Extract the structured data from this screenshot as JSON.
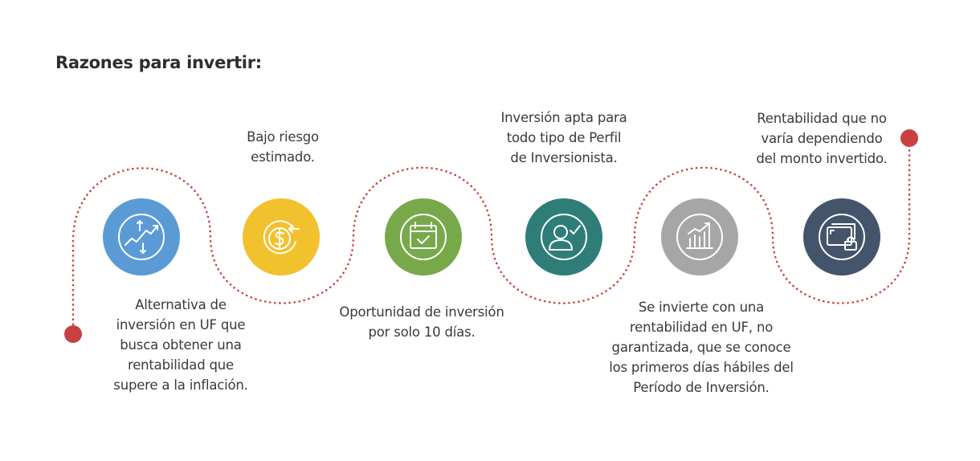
{
  "title": "Razones para invertir:",
  "colors": {
    "path": "#c94040",
    "step1": "#5b9bd5",
    "step2": "#f2c12e",
    "step3": "#77a94a",
    "step4": "#2e7d78",
    "step5": "#a6a6a6",
    "step6": "#44546a",
    "icon_stroke": "#ffffff"
  },
  "steps": [
    {
      "icon": "trend-arrows-icon",
      "lines": [
        "Alternativa de",
        "inversión en UF que",
        "busca obtener una",
        "rentabilidad que",
        "supere a la inflación."
      ]
    },
    {
      "icon": "dollar-coin-icon",
      "lines": [
        "Bajo riesgo",
        "estimado."
      ]
    },
    {
      "icon": "calendar-check-icon",
      "lines": [
        "Oportunidad de inversión",
        "por solo 10 días."
      ]
    },
    {
      "icon": "user-check-icon",
      "lines": [
        "Inversión apta para",
        "todo tipo de Perfil",
        "de Inversionista."
      ]
    },
    {
      "icon": "bar-chart-icon",
      "lines": [
        "Se invierte con una",
        "rentabilidad en UF, no",
        "garantizada, que se conoce",
        "los primeros días hábiles del",
        "Período de Inversión."
      ]
    },
    {
      "icon": "secure-monitor-icon",
      "lines": [
        "Rentabilidad que no",
        "varía dependiendo",
        "del monto invertido."
      ]
    }
  ]
}
